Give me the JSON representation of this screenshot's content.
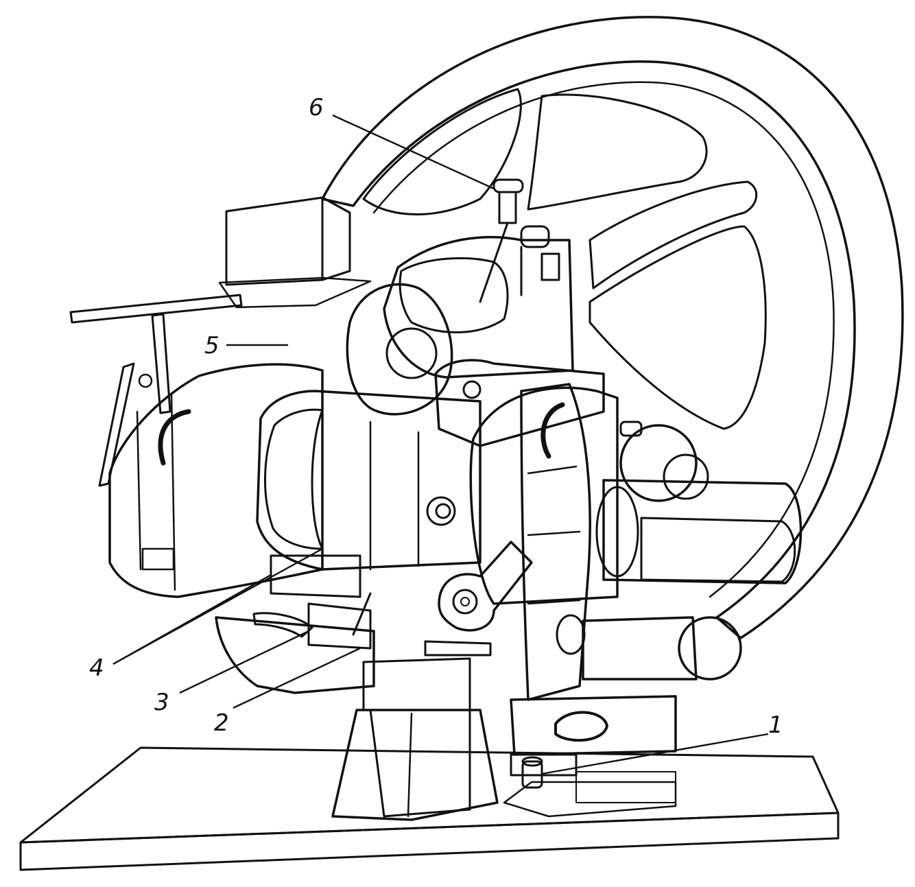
{
  "figure": {
    "subject": "engine-technical-illustration",
    "colors": {
      "ink": "#111111",
      "paper": "#ffffff"
    },
    "callouts": [
      {
        "id": "1",
        "label": "1"
      },
      {
        "id": "2",
        "label": "2"
      },
      {
        "id": "3",
        "label": "3"
      },
      {
        "id": "4",
        "label": "4"
      },
      {
        "id": "5",
        "label": "5"
      },
      {
        "id": "6",
        "label": "6"
      }
    ]
  }
}
